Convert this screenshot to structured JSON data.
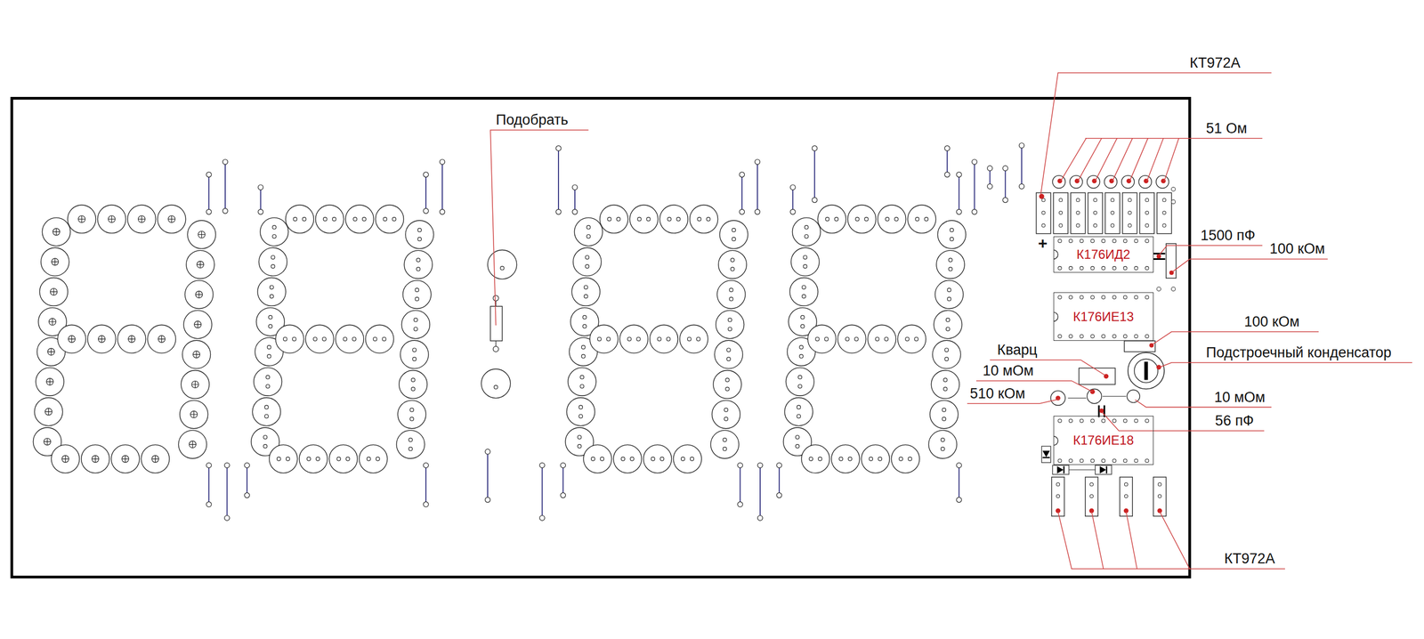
{
  "diagram": {
    "nodes": [
      {
        "text": [
          "К176ИД2"
        ]
      },
      {
        "text": [
          "К176ИЕ13"
        ]
      },
      {
        "text": [
          "К176ИЕ18"
        ]
      }
    ],
    "labels": [
      "КТ972А",
      "51 Ом",
      "1500 пФ",
      "100 кОм",
      "100 кОм",
      "Подстроечный конденсатор",
      "Кварц",
      "10 мОм",
      "510 кОм",
      "10 мОм",
      "56 пФ",
      "КТ972А",
      "Подобрать",
      "+"
    ]
  }
}
